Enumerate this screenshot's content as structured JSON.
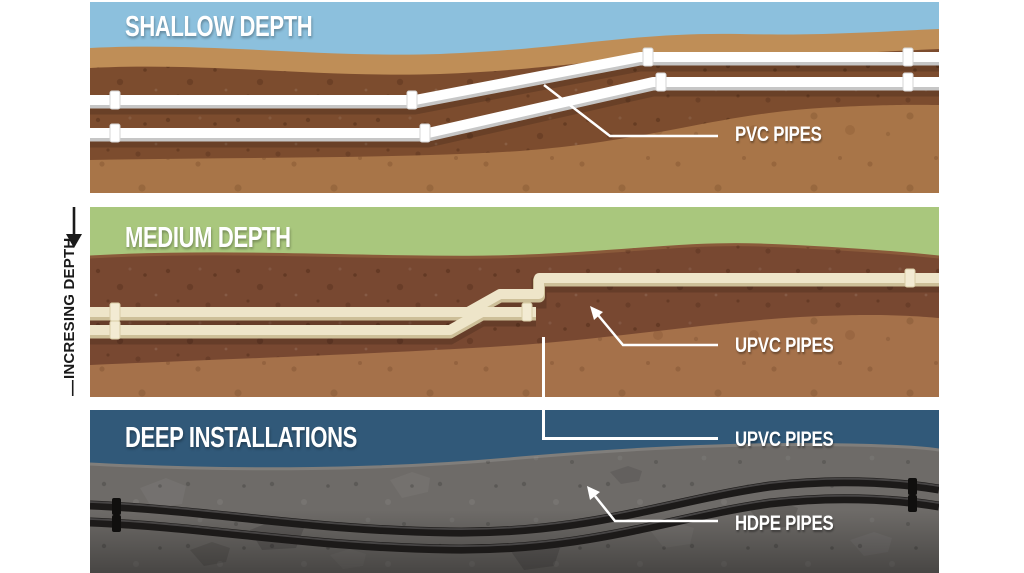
{
  "axis": {
    "label": "INCRESING DEPTH",
    "dash": "—"
  },
  "shallow": {
    "title": "SHALLOW DEPTH",
    "pipe_label": "PVC PIPES"
  },
  "medium": {
    "title": "MEDIUM DEPTH",
    "pipe_label": "UPVC PIPES"
  },
  "deep": {
    "title": "DEEP INSTALLATIONS",
    "pipe_label_upvc": "UPVC PIPES",
    "pipe_label_hdpe": "HDPE PIPES"
  },
  "colors": {
    "sky": "#8cc0dd",
    "tan": "#bf8e57",
    "soil_dark": "#7c4c2e",
    "soil_light": "#a87548",
    "green": "#a9c77d",
    "soil_dark2": "#784831",
    "soil_light2": "#a5714a",
    "deep_blue": "#315979",
    "gray_soil": "#6e6b68",
    "pipe_white": "#ffffff",
    "pipe_white_shadow": "#c6c6c6",
    "pipe_cream": "#eee5c9",
    "pipe_cream_shadow": "#cdbf98",
    "pipe_black": "#1c1a19",
    "leader": "#ffffff",
    "ink": "#1a1a1a"
  }
}
